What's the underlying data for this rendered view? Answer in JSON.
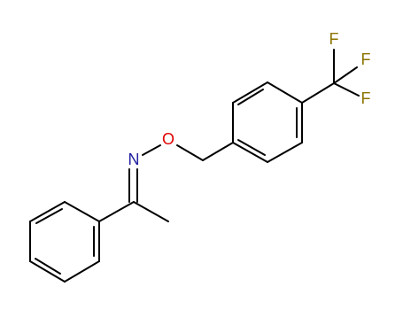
{
  "molecule": {
    "atom_labels": {
      "F1": "F",
      "F2": "F",
      "F3": "F",
      "O": "O",
      "N": "N"
    },
    "colors": {
      "bond": "#000000",
      "fluorine": "#8b7300",
      "oxygen": "#e00000",
      "nitrogen": "#2020a0"
    }
  }
}
